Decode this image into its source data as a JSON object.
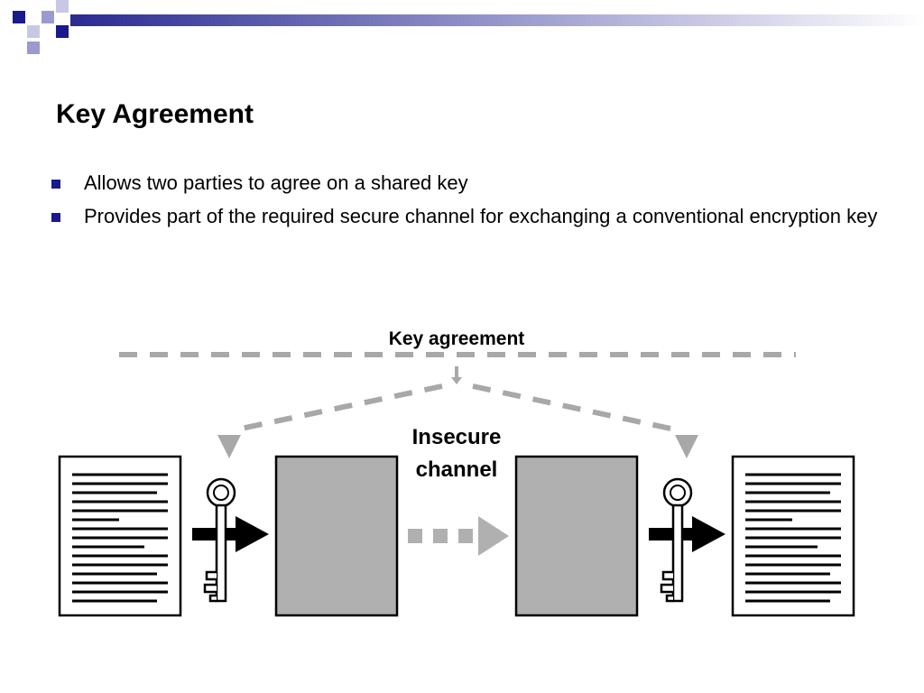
{
  "slide": {
    "title": "Key Agreement",
    "bullets": [
      "Allows two parties to agree on a shared key",
      "Provides part of the required secure channel for exchanging a conventional encryption key"
    ]
  },
  "diagram": {
    "key_agreement_label": "Key agreement",
    "insecure_channel_label_line1": "Insecure",
    "insecure_channel_label_line2": "channel"
  },
  "colors": {
    "bullet": "#1a1a8c",
    "header_dark": "#1a1a8c",
    "header_light": "#9a9ad0",
    "box_fill": "#b0b0b0",
    "dashed": "#a8a8a8"
  }
}
